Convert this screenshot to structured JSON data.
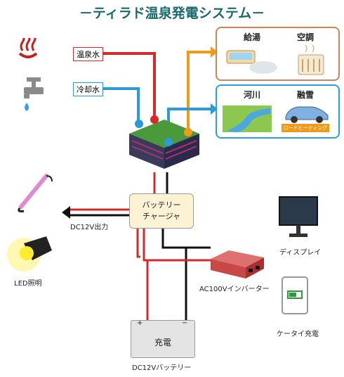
{
  "title": "－ティラド温泉発電システム－",
  "inputs": {
    "hot_water": "温泉水",
    "cooling_water": "冷却水"
  },
  "outputs_top": {
    "hot_supply": "給湯",
    "air_conditioning": "空調"
  },
  "outputs_mid": {
    "river": "河川",
    "snow_melt": "融雪",
    "road_heating": "ロードヒーティング"
  },
  "charger": {
    "line1": "バッテリー",
    "line2": "チャージャ"
  },
  "dc_output": "DC12V出力",
  "led": "LED照明",
  "display": "ディスプレイ",
  "inverter": "AC100Vインバーター",
  "phone_charge": "ケータイ充電",
  "battery": {
    "label": "充電",
    "plus": "+",
    "minus": "−",
    "caption": "DC12Vバッテリー"
  },
  "colors": {
    "hot": "#d42a2a",
    "cold": "#2a9ad8",
    "warm": "#f09a1a",
    "wire_black": "#111111"
  }
}
